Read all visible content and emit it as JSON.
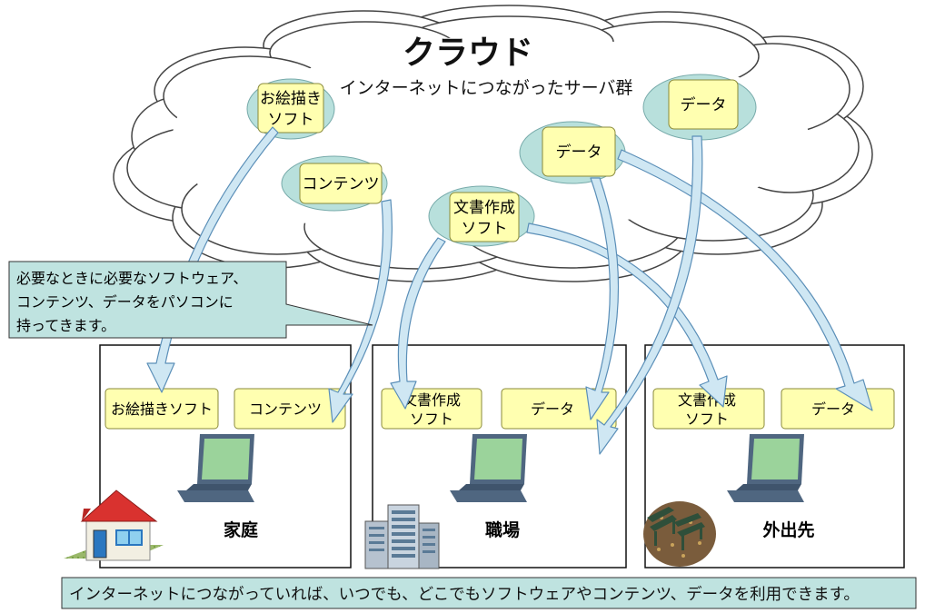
{
  "cloud": {
    "title": "クラウド",
    "subtitle": "インターネットにつながったサーバ群",
    "nodes": {
      "drawing": [
        "お絵描き",
        "ソフト"
      ],
      "contents": [
        "コンテンツ"
      ],
      "document": [
        "文書作成",
        "ソフト"
      ],
      "data_a": [
        "データ"
      ],
      "data_b": [
        "データ"
      ]
    }
  },
  "callout": {
    "lines": [
      "必要なときに必要なソフトウェア、",
      "コンテンツ、データをパソコンに",
      "持ってきます。"
    ]
  },
  "locations": {
    "home": {
      "label": "家庭",
      "items": {
        "drawing": [
          "お絵描きソフト"
        ],
        "contents": [
          "コンテンツ"
        ]
      }
    },
    "work": {
      "label": "職場",
      "items": {
        "document": [
          "文書作成",
          "ソフト"
        ],
        "data": [
          "データ"
        ]
      }
    },
    "outside": {
      "label": "外出先",
      "items": {
        "document": [
          "文書作成",
          "ソフト"
        ],
        "data": [
          "データ"
        ]
      }
    }
  },
  "footer": {
    "text": "インターネットにつながっていれば、いつでも、どこでもソフトウェアやコンテンツ、データを利用できます。"
  },
  "colors": {
    "cloud_fill": "#ffffff",
    "cloud_stroke": "#333333",
    "node_ellipse": "#b8e0dc",
    "node_box": "#ffffb0",
    "box_border": "#8a8a3a",
    "arrow_fill": "#cfe7f3",
    "arrow_stroke": "#5b8fb8",
    "callout_fill": "#bfe3e0",
    "footer_fill": "#bfe3e0",
    "laptop_body": "#4f6680",
    "laptop_screen": "#9bd39b"
  },
  "icons": {
    "laptop": "laptop-icon",
    "home": "house-icon",
    "work": "office-building-icon",
    "outside": "park-bench-icon"
  }
}
